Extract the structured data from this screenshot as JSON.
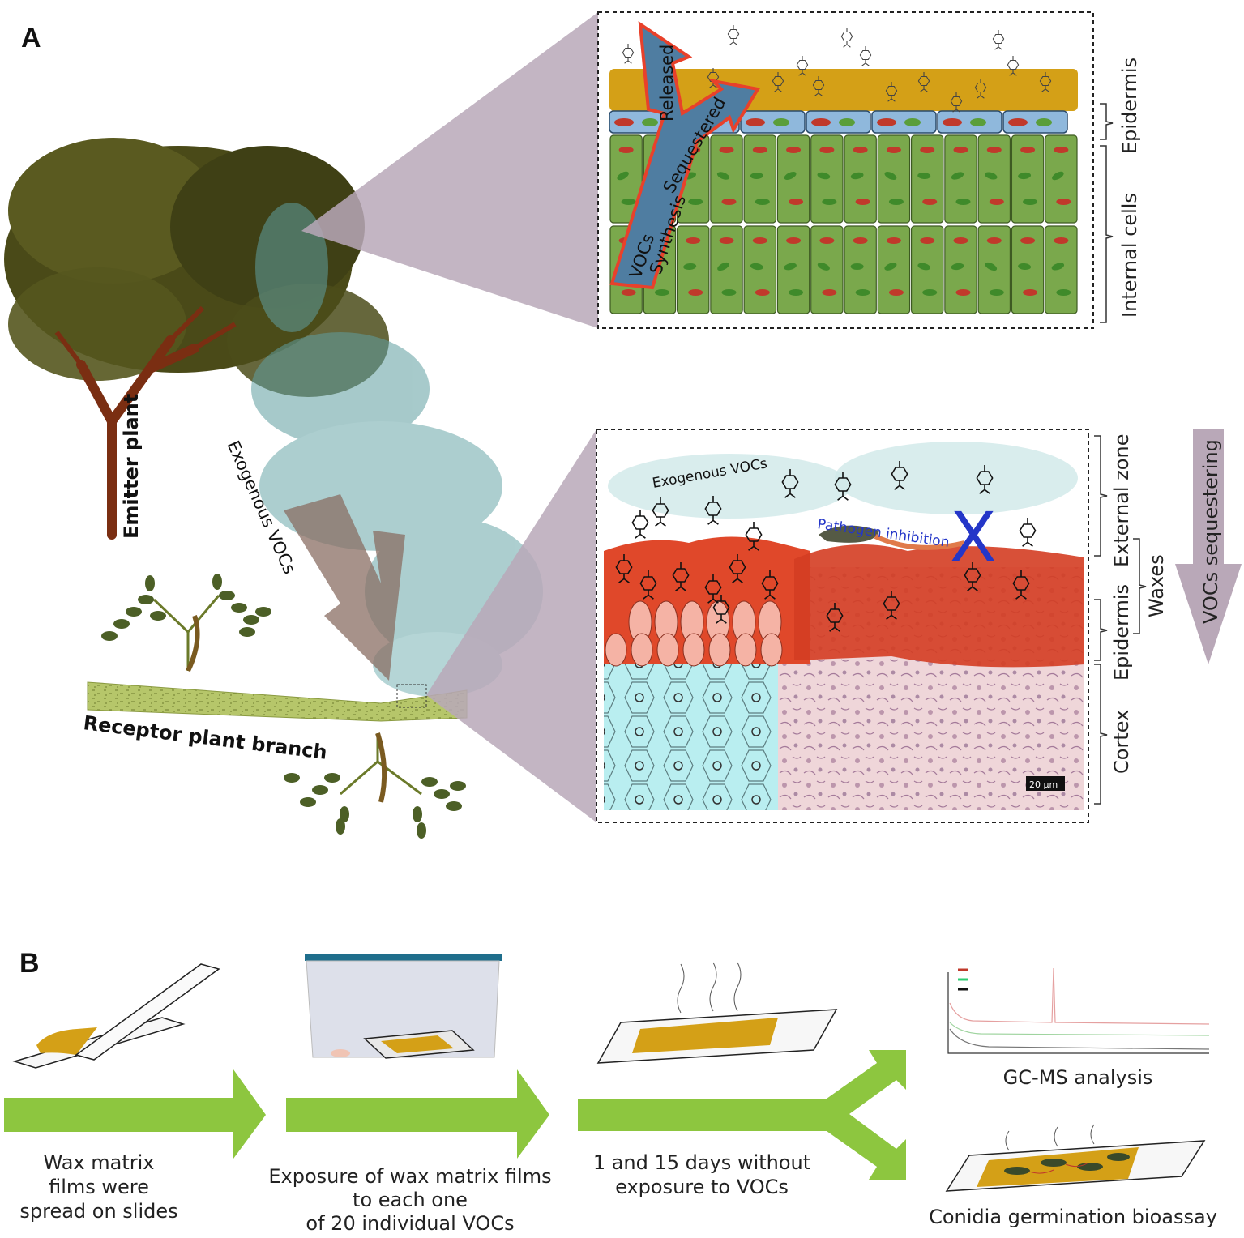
{
  "panel_a": {
    "label": "A",
    "emitter_label": "Emitter plant",
    "receptor_label": "Receptor plant branch",
    "exogenous_label": "Exogenous VOCs",
    "top_inset": {
      "arrow_released": "Released",
      "arrow_sequestered": "Sequestered",
      "arrow_synthesis_line1": "VOCs",
      "arrow_synthesis_line2": "Synthesis",
      "bracket_epidermis": "Epidermis",
      "bracket_internal": "Internal cells"
    },
    "bottom_inset": {
      "exogenous_text": "Exogenous VOCs",
      "pathogen_text": "Pathogen inhibition",
      "x_mark": "X",
      "scale_bar": "20 µm",
      "bracket_external": "External zone",
      "bracket_waxes": "Waxes",
      "bracket_epidermis": "Epidermis",
      "bracket_cortex": "Cortex"
    },
    "side_arrow_label": "VOCs sequestering"
  },
  "panel_b": {
    "label": "B",
    "step1": [
      "Wax matrix",
      "films were",
      "spread on slides"
    ],
    "step2": [
      "Exposure of wax matrix films",
      "to each one",
      "of 20 individual VOCs"
    ],
    "step3": [
      "1 and 15 days without",
      "exposure to VOCs"
    ],
    "out1": "GC-MS analysis",
    "out2": "Conidia germination bioassay"
  },
  "colors": {
    "arrow_green": "#8dc63f",
    "wax_yellow": "#d4a017",
    "cell_green": "#7aa84c",
    "tissue_red": "#e0482a",
    "inset_pointer": "#b9a8b8",
    "voc_cloud": "#5f9ea0"
  }
}
